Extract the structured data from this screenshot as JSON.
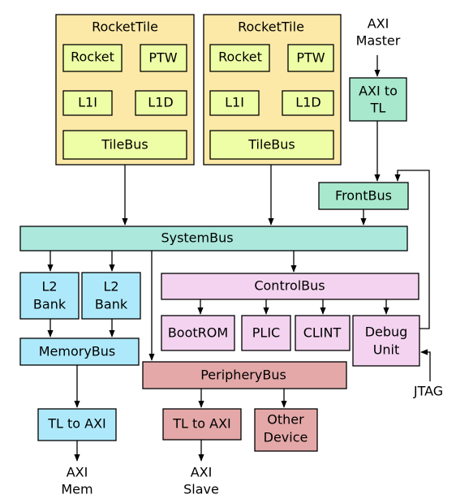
{
  "colors": {
    "tile": "#fce9a7",
    "core": "#eefea6",
    "green": "#a8e8cc",
    "teal": "#ace8dc",
    "blue": "#aee9fb",
    "pink": "#f3d3ef",
    "red": "#e4a8a8"
  },
  "tiles": [
    {
      "title": "RocketTile",
      "rocket": "Rocket",
      "ptw": "PTW",
      "l1i": "L1I",
      "l1d": "L1D",
      "bus": "TileBus"
    },
    {
      "title": "RocketTile",
      "rocket": "Rocket",
      "ptw": "PTW",
      "l1i": "L1I",
      "l1d": "L1D",
      "bus": "TileBus"
    }
  ],
  "axi_master": {
    "line1": "AXI",
    "line2": "Master"
  },
  "axi_to_tl": {
    "line1": "AXI to",
    "line2": "TL"
  },
  "front_bus": "FrontBus",
  "system_bus": "SystemBus",
  "l2_banks": [
    {
      "line1": "L2",
      "line2": "Bank"
    },
    {
      "line1": "L2",
      "line2": "Bank"
    }
  ],
  "memory_bus": "MemoryBus",
  "control_bus": "ControlBus",
  "control_devices": {
    "bootrom": "BootROM",
    "plic": "PLIC",
    "clint": "CLINT"
  },
  "debug_unit": {
    "line1": "Debug",
    "line2": "Unit"
  },
  "jtag": "JTAG",
  "periphery_bus": "PeripheryBus",
  "mem_tl_to_axi": "TL to AXI",
  "periph_tl_to_axi": "TL to AXI",
  "other_device": {
    "line1": "Other",
    "line2": "Device"
  },
  "axi_mem": {
    "line1": "AXI",
    "line2": "Mem"
  },
  "axi_slave": {
    "line1": "AXI",
    "line2": "Slave"
  }
}
